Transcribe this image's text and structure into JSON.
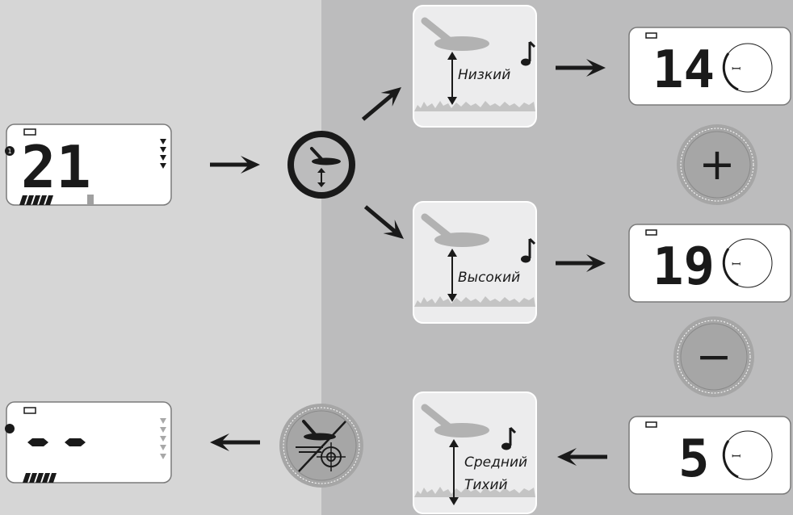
{
  "labels": {
    "low": "Низкий",
    "high": "Высокий",
    "medium": "Средний",
    "quiet": "Тихий"
  },
  "displays": {
    "main_value": "21",
    "low_value": "14",
    "high_value": "19",
    "quiet_value": "5"
  },
  "buttons": {
    "plus": "+",
    "minus": "−"
  },
  "colors": {
    "left_bg": "#d6d6d6",
    "right_bg": "#bcbcbd",
    "card_bg": "#ececed",
    "lcd_bg": "#ffffff",
    "ink": "#1a1a1a",
    "button_grey": "#a6a6a6"
  },
  "icons": {
    "sensitivity_button": "coil-updown-icon",
    "pinpoint_button": "coil-target-crossed-icon",
    "note": "music-note-icon",
    "battery": "battery-icon"
  }
}
